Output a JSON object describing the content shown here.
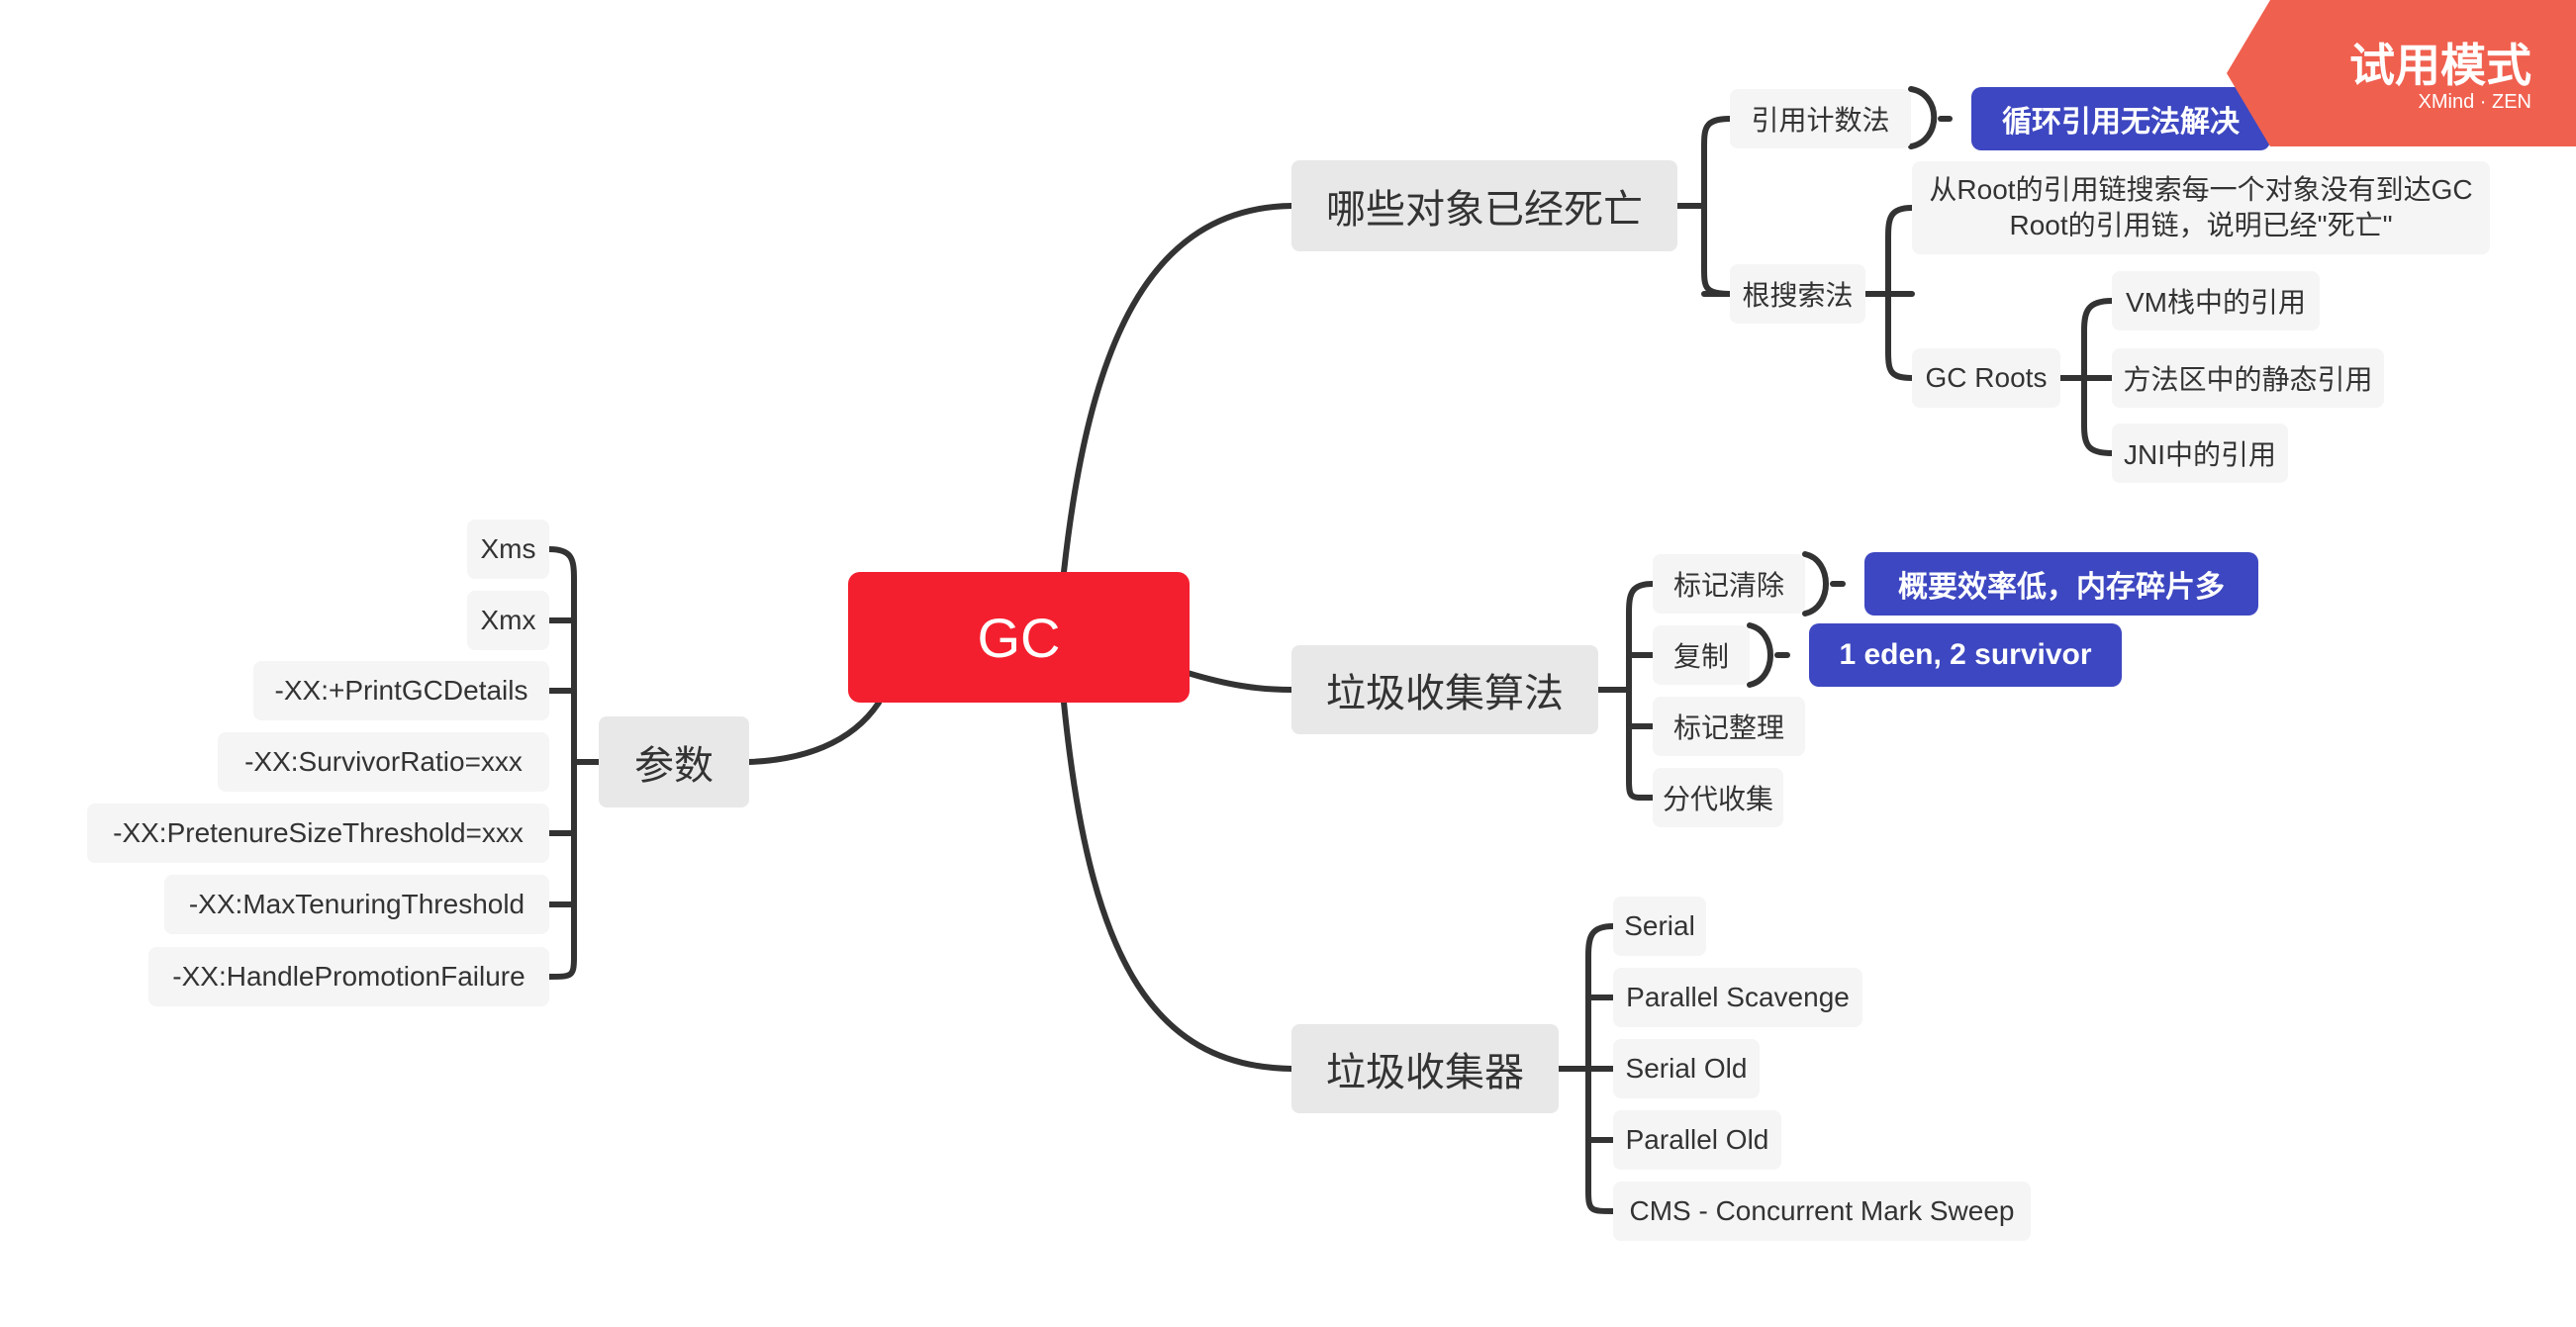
{
  "central": {
    "label": "GC"
  },
  "branches": {
    "dead_objects": {
      "label": "哪些对象已经死亡",
      "ref_count": {
        "label": "引用计数法",
        "note": "循环引用无法解决"
      },
      "root_search": {
        "label": "根搜索法",
        "description": "从Root的引用链搜索每一个对象没有到达GC Root的引用链，说明已经\"死亡\"",
        "gc_roots": {
          "label": "GC Roots",
          "items": [
            "VM栈中的引用",
            "方法区中的静态引用",
            "JNI中的引用"
          ]
        }
      }
    },
    "algorithms": {
      "label": "垃圾收集算法",
      "items": [
        "标记清除",
        "复制",
        "标记整理",
        "分代收集"
      ],
      "mark_sweep_note": "概要效率低，内存碎片多",
      "copy_note": "1 eden, 2 survivor"
    },
    "collectors": {
      "label": "垃圾收集器",
      "items": [
        "Serial",
        "Parallel Scavenge",
        "Serial Old",
        "Parallel Old",
        "CMS - Concurrent Mark Sweep"
      ]
    },
    "params": {
      "label": "参数",
      "items": [
        "Xms",
        "Xmx",
        "-XX:+PrintGCDetails",
        "-XX:SurvivorRatio=xxx",
        "-XX:PretenureSizeThreshold=xxx",
        "-XX:MaxTenuringThreshold",
        "-XX:HandlePromotionFailure"
      ]
    }
  },
  "badge": {
    "title": "试用模式",
    "subtitle": "XMind · ZEN"
  },
  "colors": {
    "central": "#f41f2e",
    "note": "#3d47c1",
    "line": "#333333",
    "badge": "#f0604f"
  }
}
